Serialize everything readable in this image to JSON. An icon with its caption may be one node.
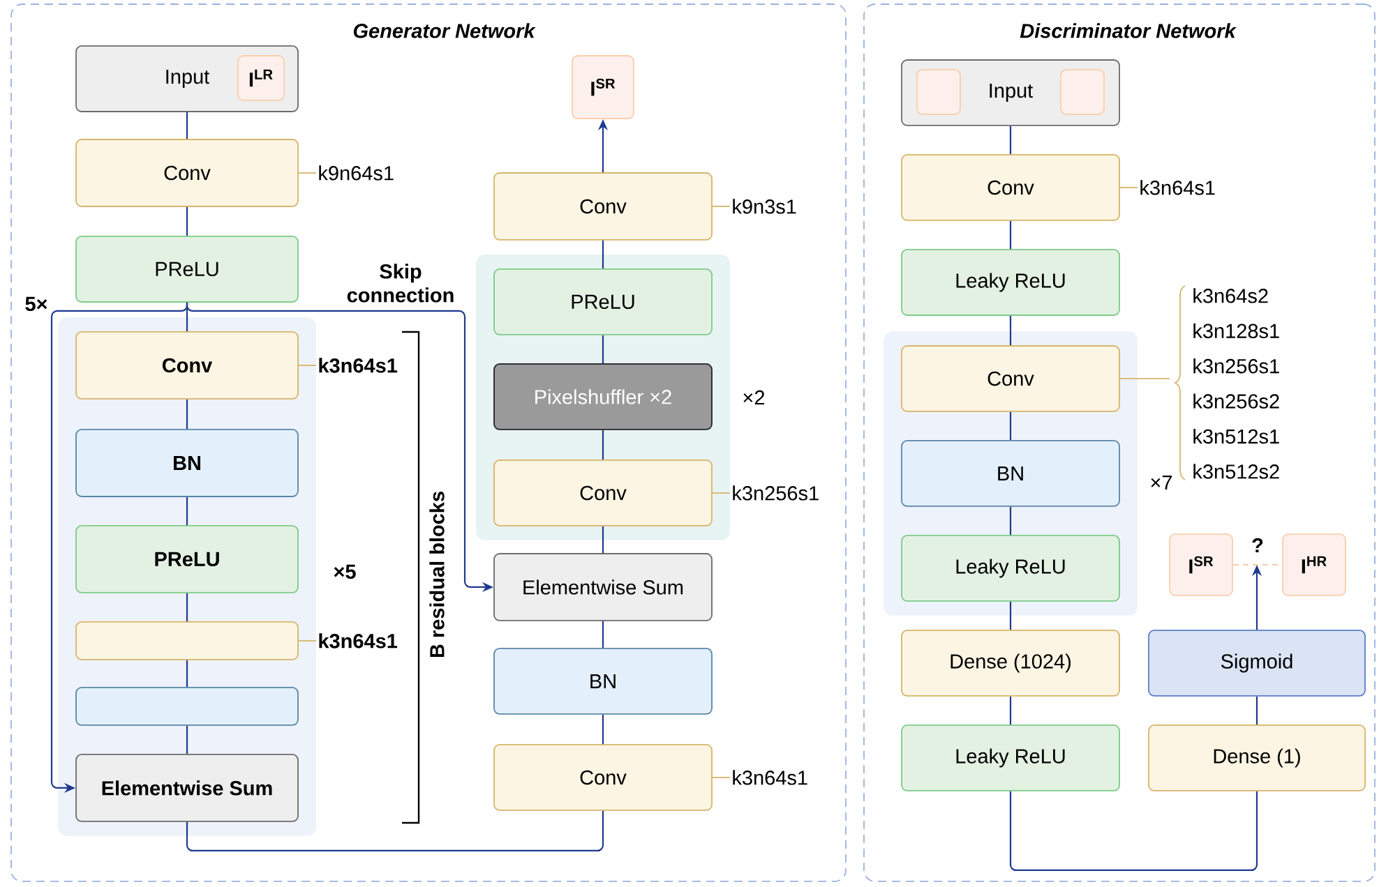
{
  "diagram": {
    "nodes": [
      {
        "text": [
          "Generator Network"
        ]
      },
      {
        "text": [
          "Discriminator Network"
        ]
      },
      {
        "text": [],
        "shape": "box",
        "in": 0
      },
      {
        "text": [],
        "shape": "box",
        "in": 0
      },
      {
        "text": [],
        "shape": "box",
        "in": 1
      },
      {
        "text": [
          "Input"
        ],
        "in": 0
      },
      {
        "text": [
          "I$^{LR}$"
        ],
        "in": 5
      },
      {
        "text": [
          "Conv"
        ],
        "beside": [
          "k9n64s1"
        ],
        "in": 0
      },
      {
        "text": [
          "PReLU"
        ],
        "in": 0
      },
      {
        "text": [
          "Conv"
        ],
        "beside": [
          "k3n64s1"
        ],
        "in": 2
      },
      {
        "text": [
          "BN"
        ],
        "in": 2
      },
      {
        "text": [
          "PReLU"
        ],
        "in": 2
      },
      {
        "text": [],
        "shape": "box",
        "beside": [
          "k3n64s1"
        ],
        "in": 2
      },
      {
        "text": [],
        "shape": "box",
        "in": 2
      },
      {
        "text": [
          "Elementwise Sum"
        ],
        "in": 2
      },
      {
        "text": [
          "I$^{SR}$"
        ],
        "in": 0
      },
      {
        "text": [
          "Conv"
        ],
        "beside": [
          "k9n3s1"
        ],
        "in": 0
      },
      {
        "text": [
          "PReLU"
        ],
        "in": 3
      },
      {
        "text": [
          "Pixelshuffler ×2"
        ],
        "in": 3
      },
      {
        "text": [
          "Conv"
        ],
        "beside": [
          "k3n256s1"
        ],
        "in": 3
      },
      {
        "text": [
          "Elementwise Sum"
        ],
        "in": 0
      },
      {
        "text": [
          "BN"
        ],
        "in": 0
      },
      {
        "text": [
          "Conv"
        ],
        "beside": [
          "k3n64s1"
        ],
        "in": 0
      },
      {
        "text": [
          "Input"
        ],
        "in": 1
      },
      {
        "text": [],
        "shape": "box",
        "in": 23
      },
      {
        "text": [],
        "shape": "box",
        "in": 23
      },
      {
        "text": [
          "Conv"
        ],
        "beside": [
          "k3n64s1"
        ],
        "in": 1
      },
      {
        "text": [
          "Leaky ReLU"
        ],
        "in": 1
      },
      {
        "text": [
          "Conv"
        ],
        "beside": [
          "k3n64s2",
          "k3n128s1",
          "k3n256s1",
          "k3n256s2",
          "k3n512s1",
          "k3n512s2"
        ],
        "in": 4
      },
      {
        "text": [
          "BN"
        ],
        "in": 4
      },
      {
        "text": [
          "Leaky ReLU"
        ],
        "in": 4
      },
      {
        "text": [
          "Dense (1024)"
        ],
        "in": 1
      },
      {
        "text": [
          "Leaky ReLU"
        ],
        "in": 1
      },
      {
        "text": [
          "Dense (1)"
        ],
        "in": 1
      },
      {
        "text": [
          "Sigmoid"
        ],
        "in": 1
      },
      {
        "text": [
          "I$^{SR}$"
        ],
        "in": 1
      },
      {
        "text": [
          "I$^{HR}$"
        ],
        "in": 1
      }
    ],
    "edges": [
      {
        "from": 5,
        "to": 7,
        "arrow": "none"
      },
      {
        "from": 7,
        "to": 8,
        "arrow": "none"
      },
      {
        "from": 8,
        "to": 9,
        "arrow": "none"
      },
      {
        "from": 9,
        "to": 10,
        "arrow": "none"
      },
      {
        "from": 10,
        "to": 11,
        "arrow": "none"
      },
      {
        "from": 11,
        "to": 12,
        "arrow": "none"
      },
      {
        "from": 12,
        "to": 13,
        "arrow": "none"
      },
      {
        "from": 13,
        "to": 14,
        "arrow": "none"
      },
      {
        "from": 8,
        "to": 14,
        "arrow": "to"
      },
      {
        "from": 8,
        "to": 20,
        "arrow": "to",
        "label": "Skip connection"
      },
      {
        "from": 14,
        "to": 22,
        "arrow": "none"
      },
      {
        "from": 22,
        "to": 21,
        "arrow": "none"
      },
      {
        "from": 21,
        "to": 20,
        "arrow": "none"
      },
      {
        "from": 20,
        "to": 19,
        "arrow": "none"
      },
      {
        "from": 19,
        "to": 18,
        "arrow": "none"
      },
      {
        "from": 18,
        "to": 17,
        "arrow": "none"
      },
      {
        "from": 17,
        "to": 16,
        "arrow": "none"
      },
      {
        "from": 16,
        "to": 15,
        "arrow": "to"
      },
      {
        "from": 23,
        "to": 26,
        "arrow": "none"
      },
      {
        "from": 26,
        "to": 27,
        "arrow": "none"
      },
      {
        "from": 27,
        "to": 28,
        "arrow": "none"
      },
      {
        "from": 28,
        "to": 29,
        "arrow": "none"
      },
      {
        "from": 29,
        "to": 30,
        "arrow": "none"
      },
      {
        "from": 30,
        "to": 31,
        "arrow": "none"
      },
      {
        "from": 31,
        "to": 32,
        "arrow": "none"
      },
      {
        "from": 32,
        "to": 33,
        "arrow": "none"
      },
      {
        "from": 33,
        "to": 34,
        "arrow": "none"
      },
      {
        "from": 34,
        "to": null,
        "arrow": "to"
      },
      {
        "from": 35,
        "to": 36,
        "arrow": "none",
        "style": "dashed",
        "color": "#f8cfae",
        "label": "?"
      }
    ],
    "labels": [
      "5×",
      "×5",
      "B residual blocks",
      "×2",
      "×7"
    ]
  }
}
